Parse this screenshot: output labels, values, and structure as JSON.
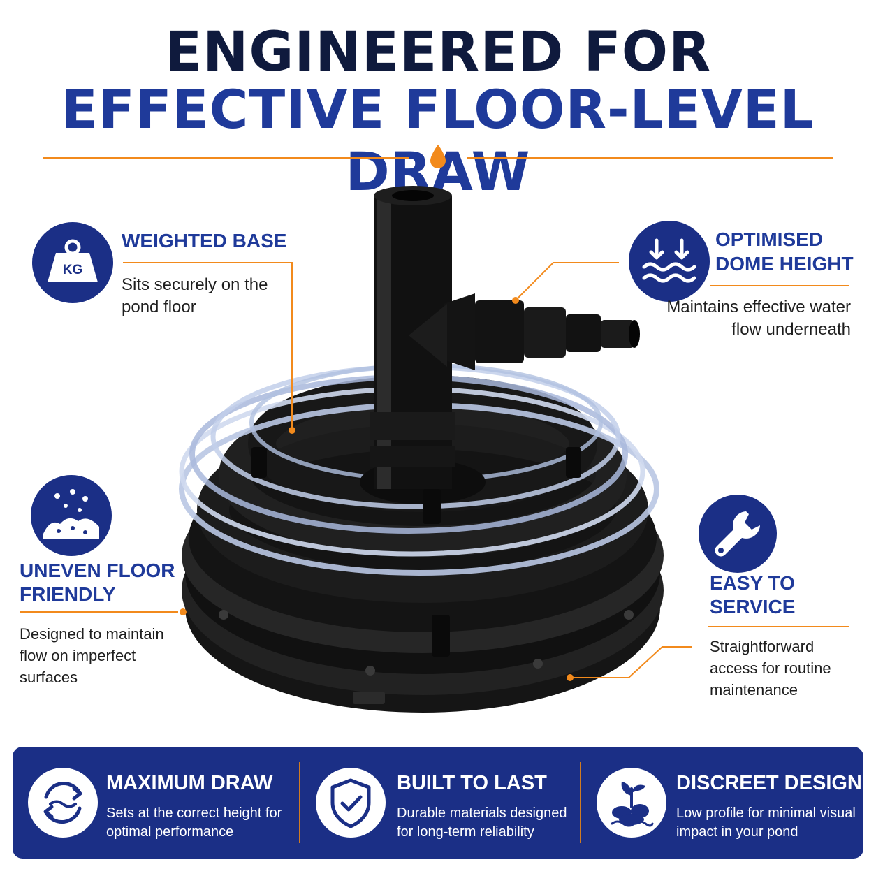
{
  "header": {
    "line1": "ENGINEERED FOR",
    "line2": "EFFECTIVE FLOOR-LEVEL DRAW"
  },
  "features": {
    "weighted_base": {
      "title": "WEIGHTED BASE",
      "description": "Sits securely on the pond floor",
      "icon": "kg-weight-icon",
      "icon_text": "KG"
    },
    "dome_height": {
      "title_line1": "OPTIMISED",
      "title_line2": "DOME HEIGHT",
      "description": "Maintains effective water flow underneath",
      "icon": "water-level-icon"
    },
    "uneven_floor": {
      "title_line1": "UNEVEN FLOOR",
      "title_line2": "FRIENDLY",
      "description": "Designed to maintain flow on imperfect surfaces",
      "icon": "sediment-floor-icon"
    },
    "easy_service": {
      "title_line1": "EASY TO",
      "title_line2": "SERVICE",
      "description": "Straightforward access for routine maintenance",
      "icon": "wrench-icon"
    }
  },
  "banner": {
    "items": [
      {
        "title": "MAXIMUM DRAW",
        "description": "Sets at the correct height for optimal performance",
        "icon": "circular-flow-icon"
      },
      {
        "title": "BUILT TO LAST",
        "description": "Durable materials designed for long-term reliability",
        "icon": "shield-check-icon"
      },
      {
        "title": "DISCREET DESIGN",
        "description": "Low profile for minimal visual impact in your pond",
        "icon": "plant-rocks-icon"
      }
    ]
  },
  "colors": {
    "navy": "#1b2f86",
    "title_dark": "#0f1a3d",
    "accent_orange": "#f28a1c",
    "background": "#ffffff"
  }
}
